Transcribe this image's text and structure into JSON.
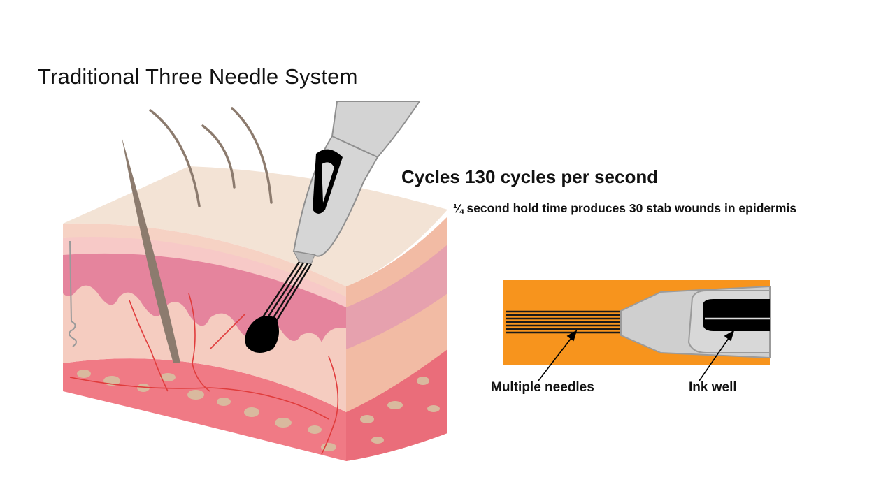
{
  "slide": {
    "title": "Traditional Three Needle System",
    "headline": "Cycles 130 cycles per second",
    "subline": "¼ second hold time produces 30 stab wounds in epidermis"
  },
  "inset": {
    "background_color": "#f7941d",
    "callouts": {
      "needles": "Multiple needles",
      "ink_well": "Ink well"
    }
  },
  "colors": {
    "epidermis_top": "#f3e3d5",
    "dermis_pink": "#e5849d",
    "dermis_light": "#f7c9c7",
    "dermis_body": "#f5ccc0",
    "fat_layer": "#f07a85",
    "fat_cells": "#d9b99e",
    "hair": "#8c7b6e",
    "vessels": "#e03c3c",
    "needle_body": "#cfcfcf",
    "ink": "#000000"
  }
}
